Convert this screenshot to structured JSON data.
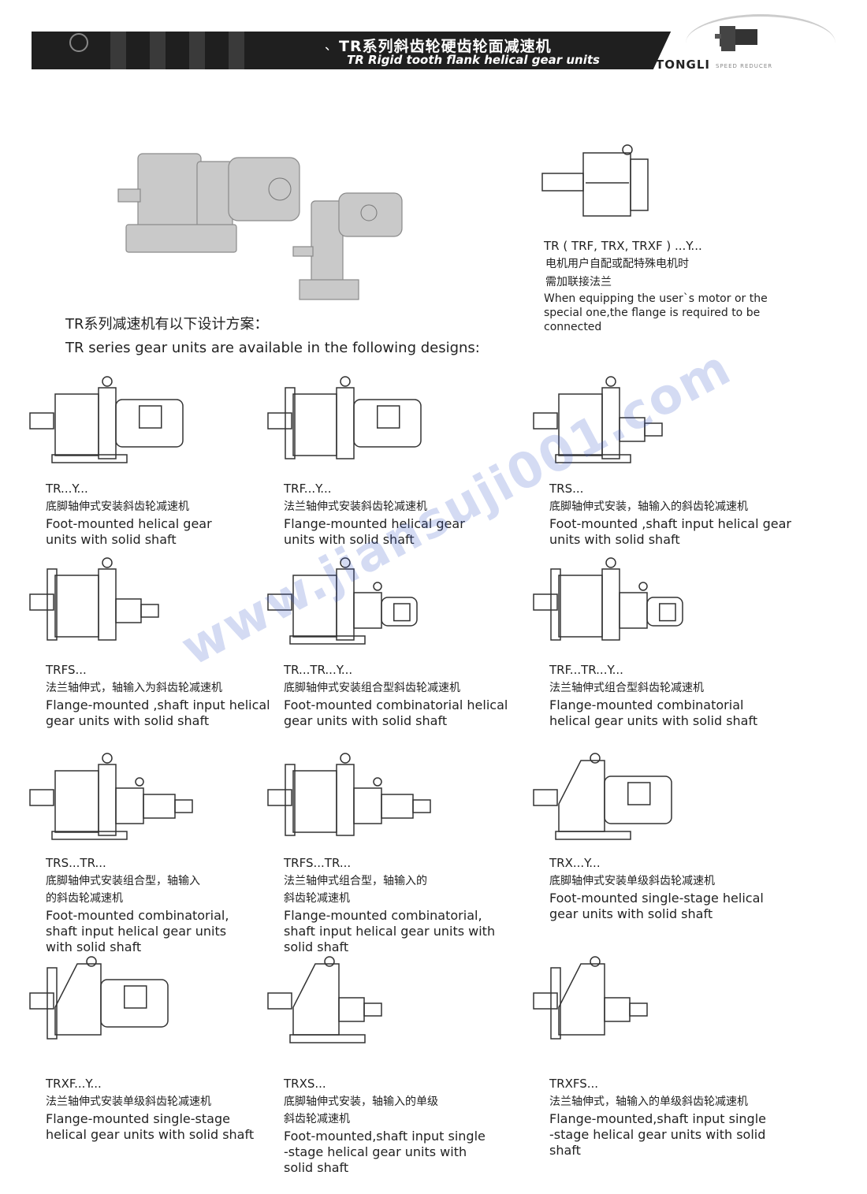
{
  "header": {
    "title_cn": "TR系列斜齿轮硬齿轮面减速机",
    "title_en": "TR Rigid tooth flank helical gear units",
    "brand": "TONGLI",
    "brand_sub": "SPEED REDUCER",
    "dot": "、"
  },
  "flange_note": {
    "code": "TR ( TRF, TRX, TRXF ) ...Y...",
    "cn1": "电机用户自配或配特殊电机时",
    "cn2": "需加联接法兰",
    "en1": "When equipping the user`s motor or the",
    "en2": "special one,the flange is required to be",
    "en3": "connected"
  },
  "intro": {
    "cn": "TR系列减速机有以下设计方案：",
    "en": "TR series gear units are available in the following designs:"
  },
  "items": [
    {
      "code": "TR...Y...",
      "cn": [
        "底脚轴伸式安装斜齿轮减速机"
      ],
      "en": [
        "Foot-mounted helical gear",
        "units with solid shaft"
      ]
    },
    {
      "code": "TRF...Y...",
      "cn": [
        "法兰轴伸式安装斜齿轮减速机"
      ],
      "en": [
        "Flange-mounted helical gear",
        "units with solid shaft"
      ]
    },
    {
      "code": "TRS...",
      "cn": [
        "底脚轴伸式安装，轴输入的斜齿轮减速机"
      ],
      "en": [
        "Foot-mounted ,shaft input helical gear",
        "units with solid shaft"
      ]
    },
    {
      "code": "TRFS...",
      "cn": [
        "法兰轴伸式，轴输入为斜齿轮减速机"
      ],
      "en": [
        "Flange-mounted ,shaft input helical",
        "gear units with solid shaft"
      ]
    },
    {
      "code": "TR...TR...Y...",
      "cn": [
        "底脚轴伸式安装组合型斜齿轮减速机"
      ],
      "en": [
        "Foot-mounted combinatorial helical",
        "gear units with solid shaft"
      ]
    },
    {
      "code": "TRF...TR...Y...",
      "cn": [
        "法兰轴伸式组合型斜齿轮减速机"
      ],
      "en": [
        "Flange-mounted combinatorial",
        "helical gear units with solid shaft"
      ]
    },
    {
      "code": "TRS...TR...",
      "cn": [
        "底脚轴伸式安装组合型，轴输入",
        "的斜齿轮减速机"
      ],
      "en": [
        "Foot-mounted combinatorial,",
        "shaft input helical gear units",
        "with solid shaft"
      ]
    },
    {
      "code": "TRFS...TR...",
      "cn": [
        "法兰轴伸式组合型，轴输入的",
        "斜齿轮减速机"
      ],
      "en": [
        "Flange-mounted combinatorial,",
        "shaft input helical gear units with",
        " solid shaft"
      ]
    },
    {
      "code": "TRX...Y...",
      "cn": [
        "底脚轴伸式安装单级斜齿轮减速机"
      ],
      "en": [
        "Foot-mounted single-stage helical",
        " gear units with solid shaft"
      ]
    },
    {
      "code": "TRXF...Y...",
      "cn": [
        "法兰轴伸式安装单级斜齿轮减速机"
      ],
      "en": [
        "Flange-mounted single-stage",
        "helical gear units with solid shaft"
      ]
    },
    {
      "code": "TRXS...",
      "cn": [
        "底脚轴伸式安装，轴输入的单级",
        "斜齿轮减速机"
      ],
      "en": [
        "Foot-mounted,shaft input single",
        "-stage  helical gear units with",
        "solid shaft"
      ]
    },
    {
      "code": "TRXFS...",
      "cn": [
        "法兰轴伸式，轴输入的单级斜齿轮减速机"
      ],
      "en": [
        "Flange-mounted,shaft input single",
        "-stage  helical gear units with solid",
        "shaft"
      ]
    }
  ],
  "watermark": "www.jiansuji001.com"
}
